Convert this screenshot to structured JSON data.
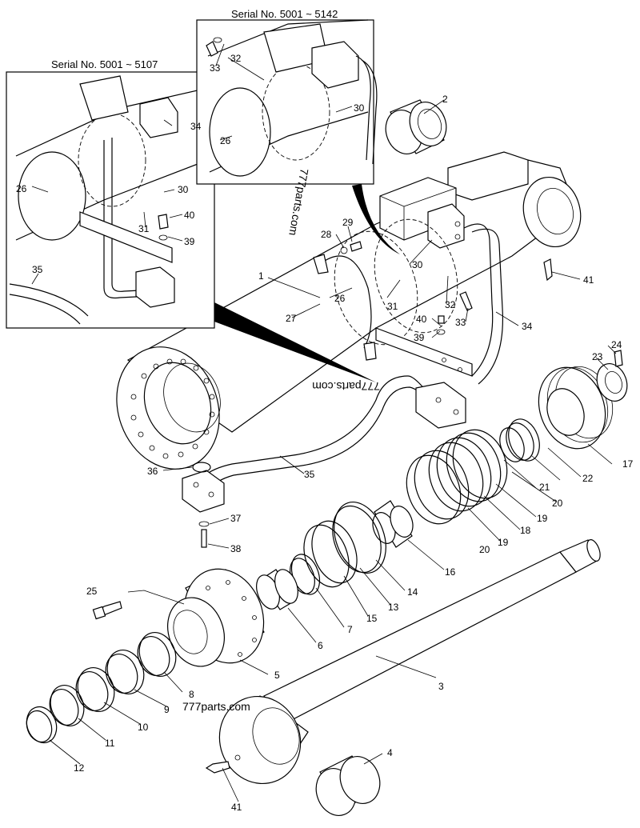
{
  "insets": {
    "left_title": "Serial No. 5001 ~ 5107",
    "right_title": "Serial No. 5001 ~ 5142"
  },
  "watermark": "777parts.com",
  "parts": {
    "p1": "1",
    "p2": "2",
    "p3": "3",
    "p4": "4",
    "p5": "5",
    "p6": "6",
    "p7": "7",
    "p8": "8",
    "p9": "9",
    "p10": "10",
    "p11": "11",
    "p12": "12",
    "p13": "13",
    "p14": "14",
    "p15": "15",
    "p16": "16",
    "p17": "17",
    "p18": "18",
    "p19": "19",
    "p20": "20",
    "p21": "21",
    "p22": "22",
    "p23": "23",
    "p24": "24",
    "p25": "25",
    "p26": "26",
    "p27": "27",
    "p28": "28",
    "p29": "29",
    "p30": "30",
    "p31": "31",
    "p32": "32",
    "p33": "33",
    "p34": "34",
    "p35": "35",
    "p36": "36",
    "p37": "37",
    "p38": "38",
    "p39": "39",
    "p40": "40",
    "p41": "41"
  }
}
